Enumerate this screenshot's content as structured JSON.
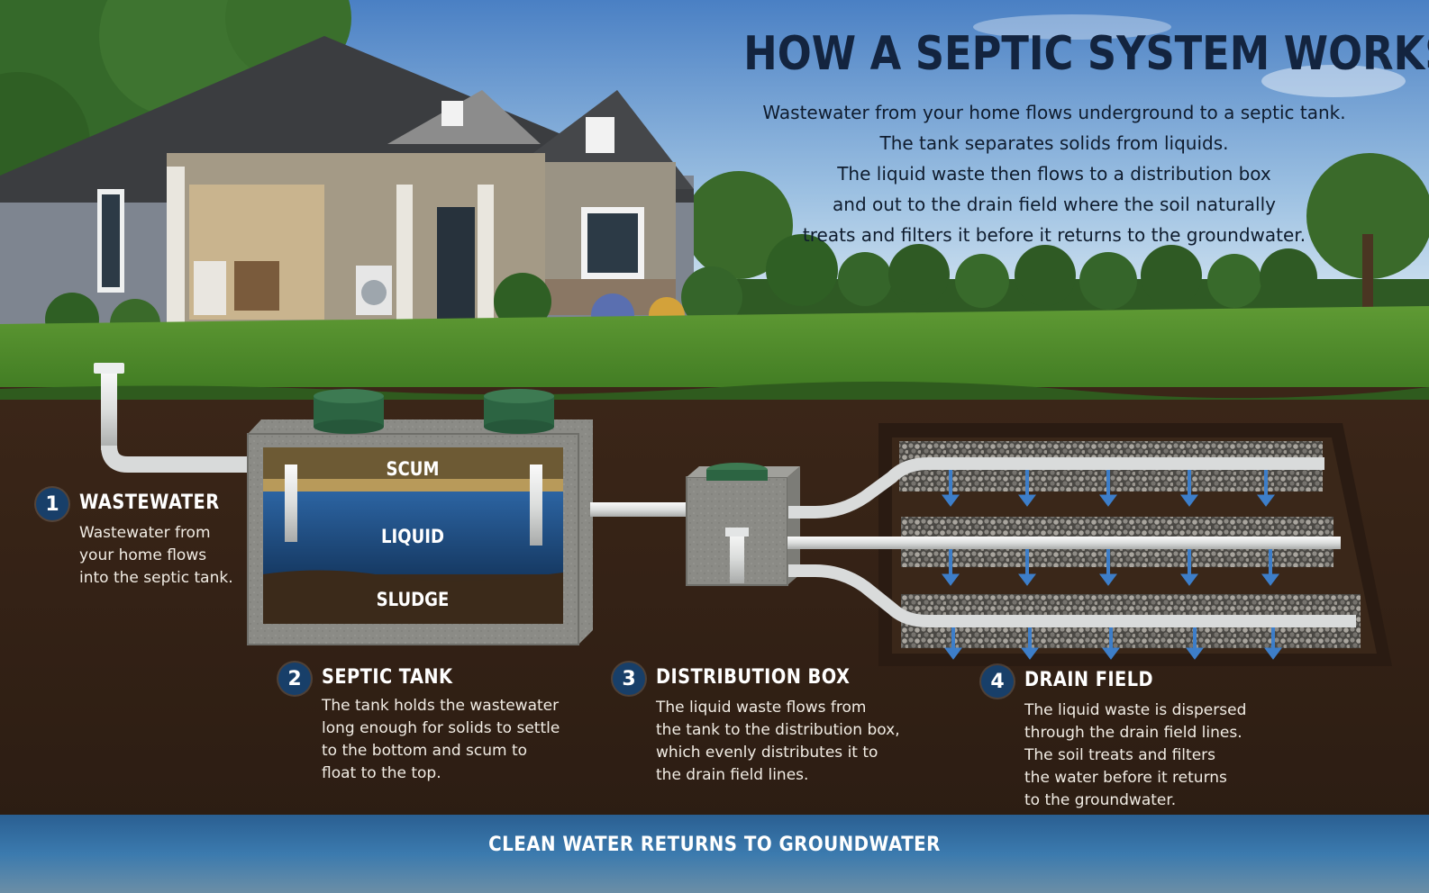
{
  "title": "HOW A SEPTIC SYSTEM WORKS",
  "intro_lines": [
    "Wastewater from your home flows underground to a septic tank.",
    "The tank separates solids from liquids.",
    "The liquid waste then flows to a distribution box",
    "and out to the drain field where the soil naturally",
    "treats and filters it before it returns to the groundwater."
  ],
  "tank_layers": {
    "top": "SCUM",
    "middle": "LIQUID",
    "bottom": "SLUDGE"
  },
  "steps": [
    {
      "number": "1",
      "title": "WASTEWATER",
      "lines": [
        "Wastewater from",
        "your home flows",
        "into the septic tank."
      ]
    },
    {
      "number": "2",
      "title": "SEPTIC TANK",
      "lines": [
        "The tank holds the wastewater",
        "long enough for solids to settle",
        "to the bottom and scum to",
        "float to the top."
      ]
    },
    {
      "number": "3",
      "title": "DISTRIBUTION BOX",
      "lines": [
        "The liquid waste flows from",
        "the tank to the distribution box,",
        "which evenly distributes it to",
        "the drain field lines."
      ]
    },
    {
      "number": "4",
      "title": "DRAIN FIELD",
      "lines": [
        "The liquid waste is dispersed",
        "through the drain field lines.",
        "The soil treats and filters",
        "the water before it returns",
        "to the groundwater."
      ]
    }
  ],
  "groundwater_caption": "CLEAN WATER RETURNS TO GROUNDWATER",
  "colors": {
    "sky_top": "#4f86c8",
    "sky_bottom": "#d6e6f2",
    "grass": "#4e8a2a",
    "soil": "#3a2618",
    "badge": "#183f69",
    "title": "#13243f",
    "pipe": "#e4e6e6",
    "tank_concrete": "#8a8a86",
    "tank_liquid": "#1f4f86",
    "lid": "#2f6b45",
    "arrow": "#3d7ec9",
    "groundwater": "#2f6a9a"
  }
}
